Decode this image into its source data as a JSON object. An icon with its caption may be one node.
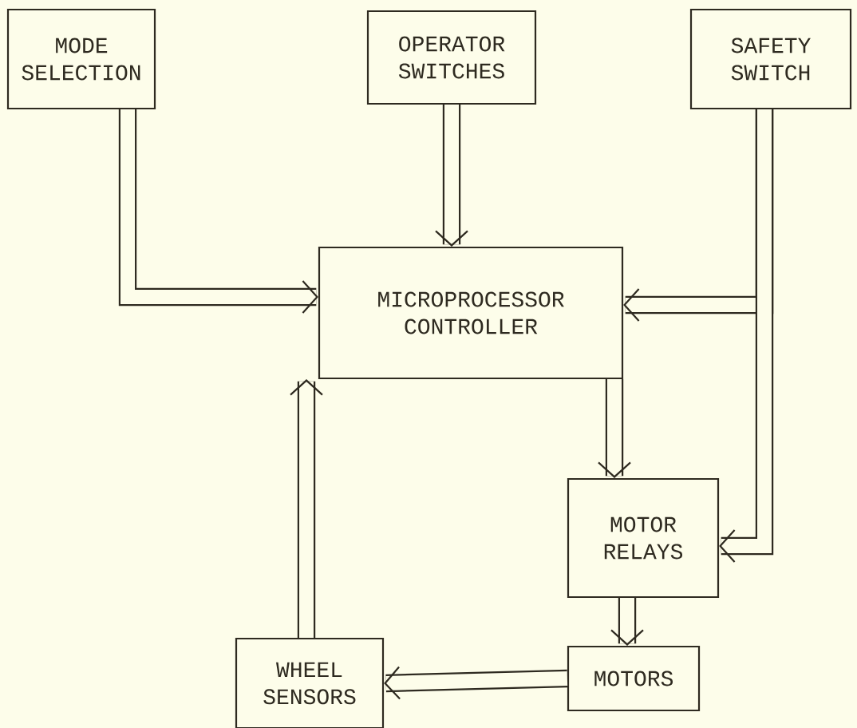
{
  "diagram": {
    "nodes": [
      {
        "text": [
          "MODE SELECTION"
        ]
      },
      {
        "text": [
          "OPERATOR SWITCHES"
        ]
      },
      {
        "text": [
          "SAFETY SWITCH"
        ]
      },
      {
        "text": [
          "MICROPROCESSOR CONTROLLER"
        ]
      },
      {
        "text": [
          "MOTOR RELAYS"
        ]
      },
      {
        "text": [
          "MOTORS"
        ]
      },
      {
        "text": [
          "WHEEL SENSORS"
        ]
      }
    ],
    "edges": [
      {
        "from": 0,
        "to": 3,
        "arrow": "to"
      },
      {
        "from": 1,
        "to": 3,
        "arrow": "to"
      },
      {
        "from": 2,
        "to": 3,
        "arrow": "to"
      },
      {
        "from": 2,
        "to": 4,
        "arrow": "to"
      },
      {
        "from": 3,
        "to": 4,
        "arrow": "to"
      },
      {
        "from": 4,
        "to": 5,
        "arrow": "to"
      },
      {
        "from": 5,
        "to": 6,
        "arrow": "to"
      },
      {
        "from": 6,
        "to": 3,
        "arrow": "to"
      }
    ]
  }
}
